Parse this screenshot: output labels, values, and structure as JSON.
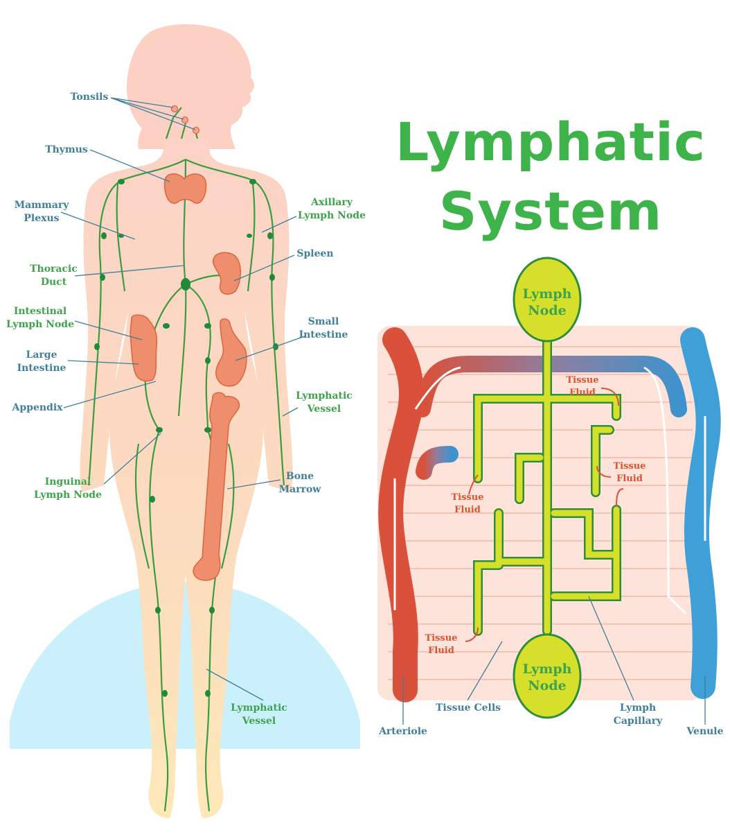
{
  "title": {
    "line1": "Lymphatic",
    "line2": "System"
  },
  "body_labels": {
    "tonsils": "Tonsils",
    "thymus": "Thymus",
    "mammary": [
      "Mammary",
      "Plexus"
    ],
    "thoracic": [
      "Thoracic",
      "Duct"
    ],
    "intestinal_node": [
      "Intestinal",
      "Lymph Node"
    ],
    "large_intestine": [
      "Large",
      "Intestine"
    ],
    "appendix": "Appendix",
    "inguinal": [
      "Inguinal",
      "Lymph Node"
    ],
    "axillary": [
      "Axillary",
      "Lymph Node"
    ],
    "spleen": "Spleen",
    "small_intestine": [
      "Small",
      "Intestine"
    ],
    "lymphatic_vessel_right": [
      "Lymphatic",
      "Vessel"
    ],
    "bone_marrow": [
      "Bone",
      "Marrow"
    ],
    "lymphatic_vessel_bottom": [
      "Lymphatic",
      "Vessel"
    ]
  },
  "detail_labels": {
    "lymph_node_top": [
      "Lymph",
      "Node"
    ],
    "lymph_node_bottom": [
      "Lymph",
      "Node"
    ],
    "tissue_fluid": [
      "Tissue",
      "Fluid"
    ],
    "arteriole": "Arteriole",
    "tissue_cells": "Tissue Cells",
    "lymph_capillary": [
      "Lymph",
      "Capillary"
    ],
    "venule": "Venule"
  },
  "colors": {
    "skin": "#fcd7c3",
    "lymph_green": "#3b9b3f",
    "node_green": "#1f8a3a",
    "organ": "#ef8e6c",
    "artery": "#d9513a",
    "vein": "#3f93cc",
    "capillary_fill": "#d6e02a",
    "sky": "#c9f0fb",
    "title": "#3db34a"
  }
}
